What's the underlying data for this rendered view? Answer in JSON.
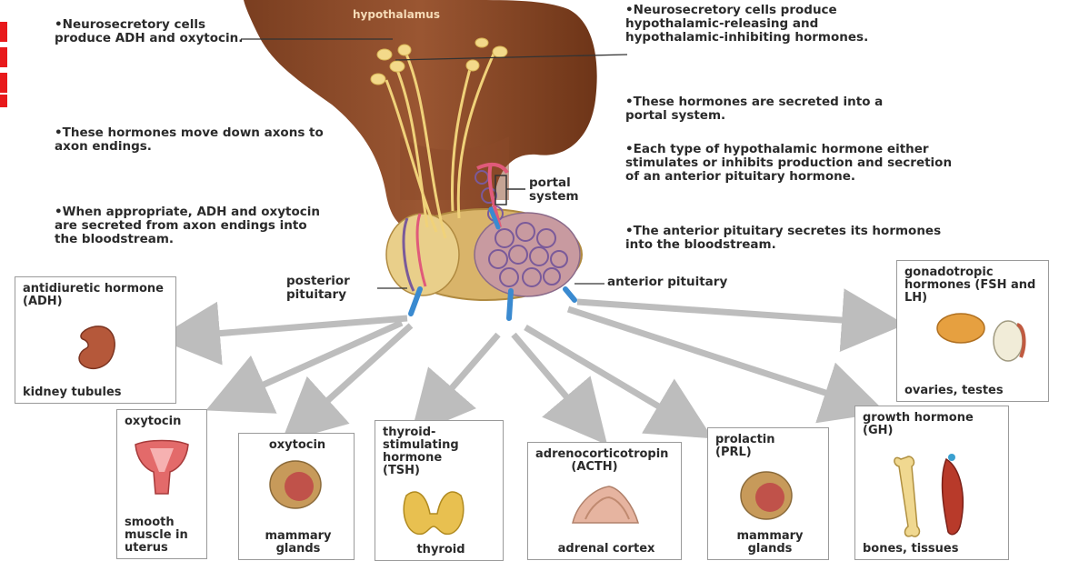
{
  "labels": {
    "hypothalamus": "hypothalamus",
    "portal_system": "portal\nsystem",
    "posterior_pituitary": "posterior\npituitary",
    "anterior_pituitary": "anterior pituitary"
  },
  "left_notes": [
    "Neurosecretory cells produce ADH and oxytocin.",
    "These hormones move down axons to axon endings.",
    "When appropriate, ADH and oxytocin are secreted from axon endings into the bloodstream."
  ],
  "right_notes": [
    "Neurosecretory cells produce hypothalamic-releasing and hypothalamic-inhibiting hormones.",
    "These hormones are secreted into a portal system.",
    "Each type of hypothalamic hormone either stimulates or inhibits production and secretion of an anterior pituitary hormone.",
    "The anterior pituitary secretes its hormones into the bloodstream."
  ],
  "targets": [
    {
      "hormone": "antidiuretic hormone (ADH)",
      "organ": "kidney tubules",
      "icon": "kidney-icon"
    },
    {
      "hormone": "oxytocin",
      "organ": "smooth muscle in uterus",
      "icon": "uterus-icon"
    },
    {
      "hormone": "oxytocin",
      "organ": "mammary glands",
      "icon": "mammary-gland-icon"
    },
    {
      "hormone": "thyroid-stimulating hormone (TSH)",
      "organ": "thyroid",
      "icon": "thyroid-icon"
    },
    {
      "hormone": "adrenocorticotropin (ACTH)",
      "organ": "adrenal cortex",
      "icon": "adrenal-cortex-icon"
    },
    {
      "hormone": "prolactin (PRL)",
      "organ": "mammary glands",
      "icon": "mammary-gland-icon"
    },
    {
      "hormone": "growth hormone (GH)",
      "organ": "bones, tissues",
      "icon": "bone-muscle-icon"
    },
    {
      "hormone": "gonadotropic hormones (FSH and LH)",
      "organ": "ovaries, testes",
      "icon": "gonads-icon"
    }
  ],
  "colors": {
    "brain_tissue": "#8a4a28",
    "neuron": "#f0d27a",
    "pituitary": "#d9b46a",
    "capillary": "#7a5a9a",
    "vessel": "#3a8ad0",
    "arrow": "#bdbdbd",
    "accent_bar": "#e8191b"
  }
}
